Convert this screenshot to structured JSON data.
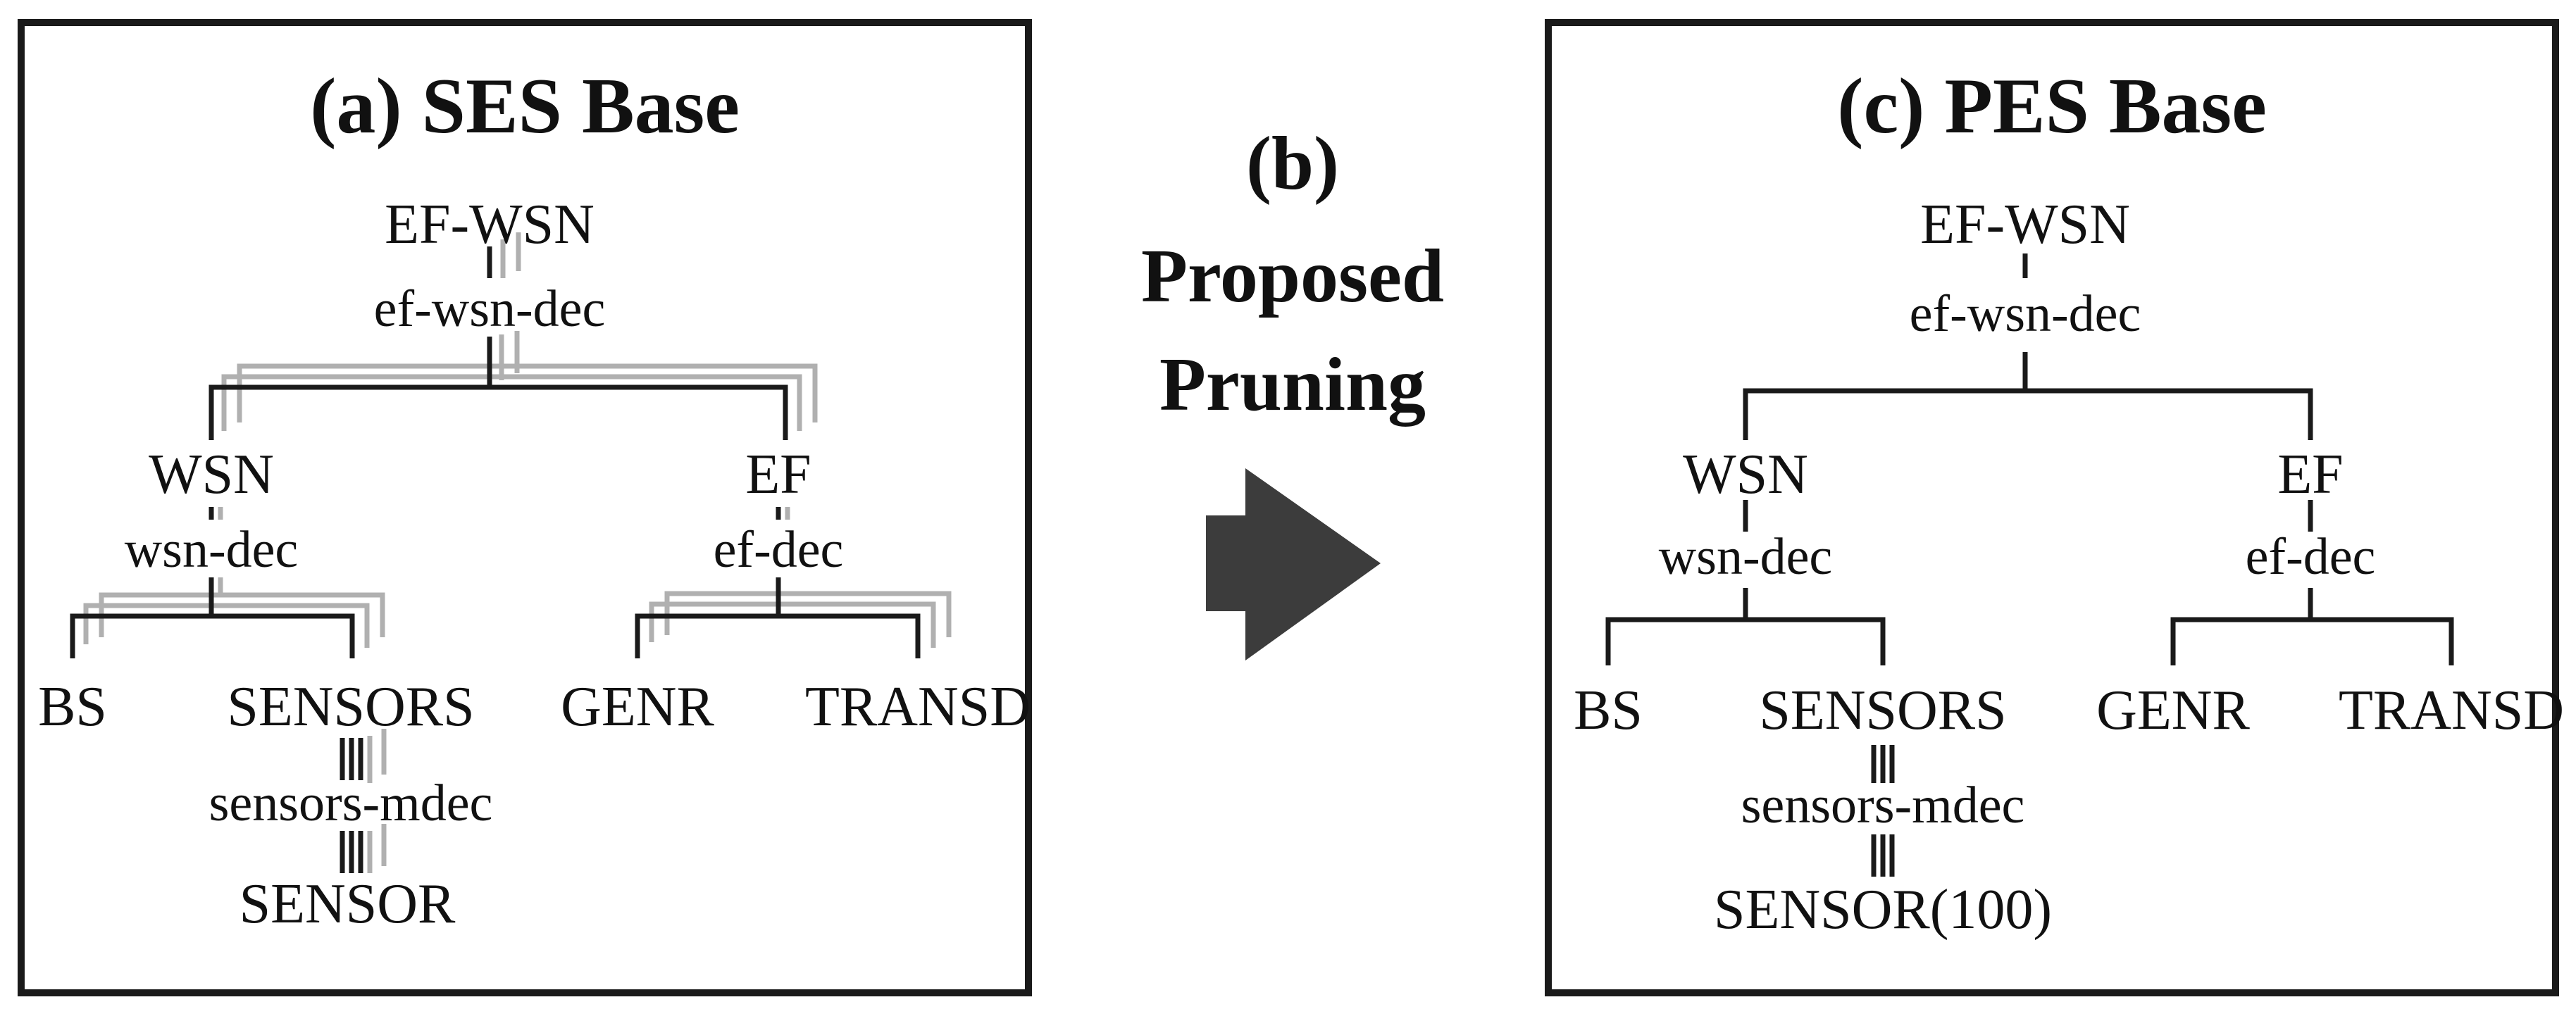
{
  "panels": {
    "ses": {
      "title": "(a) SES Base",
      "root": "EF-WSN",
      "root_dec": "ef-wsn-dec",
      "left_child": "WSN",
      "left_dec": "wsn-dec",
      "right_child": "EF",
      "right_dec": "ef-dec",
      "bs": "BS",
      "sensors": "SENSORS",
      "sensors_dec": "sensors-mdec",
      "sensor": "SENSOR",
      "genr": "GENR",
      "transd": "TRANSD"
    },
    "pes": {
      "title": "(c) PES Base",
      "root": "EF-WSN",
      "root_dec": "ef-wsn-dec",
      "left_child": "WSN",
      "left_dec": "wsn-dec",
      "right_child": "EF",
      "right_dec": "ef-dec",
      "bs": "BS",
      "sensors": "SENSORS",
      "sensors_dec": "sensors-mdec",
      "sensor": "SENSOR(100)",
      "genr": "GENR",
      "transd": "TRANSD"
    }
  },
  "middle": {
    "label_b": "(b)",
    "label_line1": "Proposed",
    "label_line2": "Pruning"
  },
  "colors": {
    "stroke": "#1a1a1a",
    "shadow": "#b0b0b0",
    "arrow": "#3c3c3c"
  }
}
